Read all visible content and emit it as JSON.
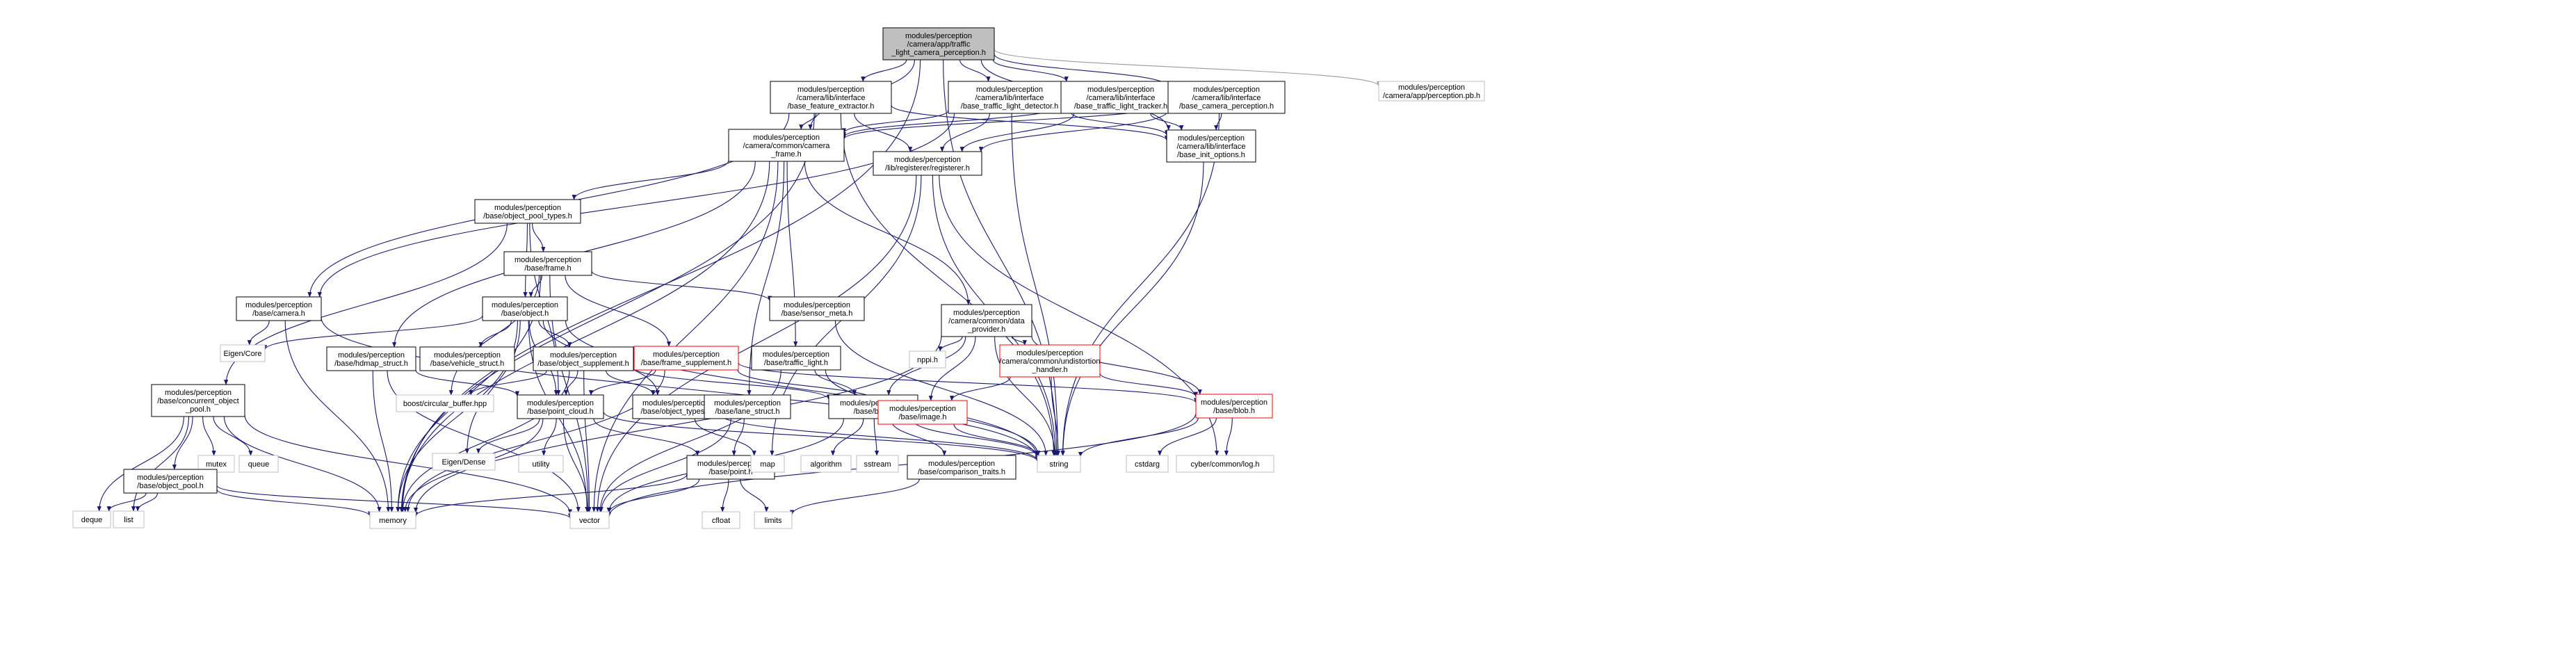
{
  "nodes": [
    {
      "id": "root",
      "lines": [
        "modules/perception",
        "/camera/app/traffic",
        "_light_camera_perception.h"
      ],
      "kind": "root"
    },
    {
      "id": "feat",
      "lines": [
        "modules/perception",
        "/camera/lib/interface",
        "/base_feature_extractor.h"
      ],
      "kind": "normal"
    },
    {
      "id": "tld",
      "lines": [
        "modules/perception",
        "/camera/lib/interface",
        "/base_traffic_light_detector.h"
      ],
      "kind": "normal"
    },
    {
      "id": "tlt",
      "lines": [
        "modules/perception",
        "/camera/lib/interface",
        "/base_traffic_light_tracker.h"
      ],
      "kind": "normal"
    },
    {
      "id": "bcp",
      "lines": [
        "modules/perception",
        "/camera/lib/interface",
        "/base_camera_perception.h"
      ],
      "kind": "normal"
    },
    {
      "id": "pb",
      "lines": [
        "modules/perception",
        "/camera/app/perception.pb.h"
      ],
      "kind": "external"
    },
    {
      "id": "camframe",
      "lines": [
        "modules/perception",
        "/camera/common/camera",
        "_frame.h"
      ],
      "kind": "normal"
    },
    {
      "id": "initopt",
      "lines": [
        "modules/perception",
        "/camera/lib/interface",
        "/base_init_options.h"
      ],
      "kind": "normal"
    },
    {
      "id": "registerer",
      "lines": [
        "modules/perception",
        "/lib/registerer/registerer.h"
      ],
      "kind": "normal"
    },
    {
      "id": "objpooltypes",
      "lines": [
        "modules/perception",
        "/base/object_pool_types.h"
      ],
      "kind": "normal"
    },
    {
      "id": "frame",
      "lines": [
        "modules/perception",
        "/base/frame.h"
      ],
      "kind": "normal"
    },
    {
      "id": "camera",
      "lines": [
        "modules/perception",
        "/base/camera.h"
      ],
      "kind": "normal"
    },
    {
      "id": "object",
      "lines": [
        "modules/perception",
        "/base/object.h"
      ],
      "kind": "normal"
    },
    {
      "id": "sensormeta",
      "lines": [
        "modules/perception",
        "/base/sensor_meta.h"
      ],
      "kind": "normal"
    },
    {
      "id": "dataprov",
      "lines": [
        "modules/perception",
        "/camera/common/data",
        "_provider.h"
      ],
      "kind": "normal"
    },
    {
      "id": "eigencore",
      "lines": [
        "Eigen/Core"
      ],
      "kind": "external"
    },
    {
      "id": "hdmap",
      "lines": [
        "modules/perception",
        "/base/hdmap_struct.h"
      ],
      "kind": "normal"
    },
    {
      "id": "vehicle",
      "lines": [
        "modules/perception",
        "/base/vehicle_struct.h"
      ],
      "kind": "normal"
    },
    {
      "id": "objsupp",
      "lines": [
        "modules/perception",
        "/base/object_supplement.h"
      ],
      "kind": "normal"
    },
    {
      "id": "framesupp",
      "lines": [
        "modules/perception",
        "/base/frame_supplement.h"
      ],
      "kind": "red"
    },
    {
      "id": "trafficlight",
      "lines": [
        "modules/perception",
        "/base/traffic_light.h"
      ],
      "kind": "normal"
    },
    {
      "id": "nppi",
      "lines": [
        "nppi.h"
      ],
      "kind": "external"
    },
    {
      "id": "undist",
      "lines": [
        "modules/perception",
        "/camera/common/undistortion",
        "_handler.h"
      ],
      "kind": "red"
    },
    {
      "id": "concpool",
      "lines": [
        "modules/perception",
        "/base/concurrent_object",
        "_pool.h"
      ],
      "kind": "normal"
    },
    {
      "id": "circbuf",
      "lines": [
        "boost/circular_buffer.hpp"
      ],
      "kind": "external"
    },
    {
      "id": "pointcloud",
      "lines": [
        "modules/perception",
        "/base/point_cloud.h"
      ],
      "kind": "normal"
    },
    {
      "id": "objtypes",
      "lines": [
        "modules/perception",
        "/base/object_types.h"
      ],
      "kind": "normal"
    },
    {
      "id": "lane",
      "lines": [
        "modules/perception",
        "/base/lane_struct.h"
      ],
      "kind": "normal"
    },
    {
      "id": "box",
      "lines": [
        "modules/perception",
        "/base/box.h"
      ],
      "kind": "normal"
    },
    {
      "id": "image",
      "lines": [
        "modules/perception",
        "/base/image.h"
      ],
      "kind": "red"
    },
    {
      "id": "blob",
      "lines": [
        "modules/perception",
        "/base/blob.h"
      ],
      "kind": "red"
    },
    {
      "id": "mutex",
      "lines": [
        "mutex"
      ],
      "kind": "external"
    },
    {
      "id": "queue",
      "lines": [
        "queue"
      ],
      "kind": "external"
    },
    {
      "id": "objpool",
      "lines": [
        "modules/perception",
        "/base/object_pool.h"
      ],
      "kind": "normal"
    },
    {
      "id": "eigendense",
      "lines": [
        "Eigen/Dense"
      ],
      "kind": "external"
    },
    {
      "id": "utility",
      "lines": [
        "utility"
      ],
      "kind": "external"
    },
    {
      "id": "point",
      "lines": [
        "modules/perception",
        "/base/point.h"
      ],
      "kind": "normal"
    },
    {
      "id": "map",
      "lines": [
        "map"
      ],
      "kind": "external"
    },
    {
      "id": "algorithm",
      "lines": [
        "algorithm"
      ],
      "kind": "external"
    },
    {
      "id": "sstream",
      "lines": [
        "sstream"
      ],
      "kind": "external"
    },
    {
      "id": "comptraits",
      "lines": [
        "modules/perception",
        "/base/comparison_traits.h"
      ],
      "kind": "normal"
    },
    {
      "id": "string",
      "lines": [
        "string"
      ],
      "kind": "external"
    },
    {
      "id": "cstdarg",
      "lines": [
        "cstdarg"
      ],
      "kind": "external"
    },
    {
      "id": "cyberlog",
      "lines": [
        "cyber/common/log.h"
      ],
      "kind": "external"
    },
    {
      "id": "deque",
      "lines": [
        "deque"
      ],
      "kind": "external"
    },
    {
      "id": "list",
      "lines": [
        "list"
      ],
      "kind": "external"
    },
    {
      "id": "memory",
      "lines": [
        "memory"
      ],
      "kind": "external"
    },
    {
      "id": "vector",
      "lines": [
        "vector"
      ],
      "kind": "external"
    },
    {
      "id": "cfloat",
      "lines": [
        "cfloat"
      ],
      "kind": "external"
    },
    {
      "id": "limits",
      "lines": [
        "limits"
      ],
      "kind": "external"
    }
  ],
  "edges": [
    [
      "root",
      "feat"
    ],
    [
      "root",
      "tld"
    ],
    [
      "root",
      "tlt"
    ],
    [
      "root",
      "bcp"
    ],
    [
      "root",
      "pb"
    ],
    [
      "root",
      "camframe"
    ],
    [
      "root",
      "initopt"
    ],
    [
      "root",
      "memory"
    ],
    [
      "root",
      "string"
    ],
    [
      "feat",
      "camframe"
    ],
    [
      "feat",
      "initopt"
    ],
    [
      "feat",
      "registerer"
    ],
    [
      "feat",
      "memory"
    ],
    [
      "feat",
      "string"
    ],
    [
      "feat",
      "camera"
    ],
    [
      "tld",
      "camframe"
    ],
    [
      "tld",
      "initopt"
    ],
    [
      "tld",
      "registerer"
    ],
    [
      "tld",
      "string"
    ],
    [
      "tld",
      "camera"
    ],
    [
      "tlt",
      "camframe"
    ],
    [
      "tlt",
      "initopt"
    ],
    [
      "tlt",
      "registerer"
    ],
    [
      "bcp",
      "camframe"
    ],
    [
      "bcp",
      "initopt"
    ],
    [
      "bcp",
      "registerer"
    ],
    [
      "bcp",
      "string"
    ],
    [
      "camframe",
      "objpooltypes"
    ],
    [
      "camframe",
      "dataprov"
    ],
    [
      "camframe",
      "hdmap"
    ],
    [
      "camframe",
      "trafficlight"
    ],
    [
      "camframe",
      "lane"
    ],
    [
      "camframe",
      "memory"
    ],
    [
      "camframe",
      "vector"
    ],
    [
      "initopt",
      "string"
    ],
    [
      "registerer",
      "map"
    ],
    [
      "registerer",
      "string"
    ],
    [
      "registerer",
      "vector"
    ],
    [
      "registerer",
      "cyberlog"
    ],
    [
      "objpooltypes",
      "frame"
    ],
    [
      "objpooltypes",
      "object"
    ],
    [
      "objpooltypes",
      "concpool"
    ],
    [
      "objpooltypes",
      "pointcloud"
    ],
    [
      "frame",
      "object"
    ],
    [
      "frame",
      "sensormeta"
    ],
    [
      "frame",
      "framesupp"
    ],
    [
      "frame",
      "circbuf"
    ],
    [
      "frame",
      "memory"
    ],
    [
      "frame",
      "vector"
    ],
    [
      "camera",
      "eigencore"
    ],
    [
      "camera",
      "memory"
    ],
    [
      "camera",
      "string"
    ],
    [
      "object",
      "eigencore"
    ],
    [
      "object",
      "vehicle"
    ],
    [
      "object",
      "objsupp"
    ],
    [
      "object",
      "objtypes"
    ],
    [
      "object",
      "pointcloud"
    ],
    [
      "object",
      "eigendense"
    ],
    [
      "object",
      "memory"
    ],
    [
      "object",
      "vector"
    ],
    [
      "object",
      "string"
    ],
    [
      "sensormeta",
      "string"
    ],
    [
      "dataprov",
      "nppi"
    ],
    [
      "dataprov",
      "undist"
    ],
    [
      "dataprov",
      "image"
    ],
    [
      "dataprov",
      "blob"
    ],
    [
      "dataprov",
      "box"
    ],
    [
      "dataprov",
      "string"
    ],
    [
      "dataprov",
      "memory"
    ],
    [
      "hdmap",
      "pointcloud"
    ],
    [
      "hdmap",
      "memory"
    ],
    [
      "hdmap",
      "vector"
    ],
    [
      "objsupp",
      "circbuf"
    ],
    [
      "objsupp",
      "pointcloud"
    ],
    [
      "objsupp",
      "objtypes"
    ],
    [
      "objsupp",
      "box"
    ],
    [
      "objsupp",
      "memory"
    ],
    [
      "objsupp",
      "vector"
    ],
    [
      "framesupp",
      "pointcloud"
    ],
    [
      "framesupp",
      "image"
    ],
    [
      "framesupp",
      "blob"
    ],
    [
      "framesupp",
      "memory"
    ],
    [
      "trafficlight",
      "box"
    ],
    [
      "trafficlight",
      "string"
    ],
    [
      "trafficlight",
      "vector"
    ],
    [
      "undist",
      "image"
    ],
    [
      "undist",
      "blob"
    ],
    [
      "undist",
      "string"
    ],
    [
      "concpool",
      "objpool"
    ],
    [
      "concpool",
      "mutex"
    ],
    [
      "concpool",
      "queue"
    ],
    [
      "concpool",
      "deque"
    ],
    [
      "concpool",
      "list"
    ],
    [
      "concpool",
      "memory"
    ],
    [
      "concpool",
      "vector"
    ],
    [
      "pointcloud",
      "point"
    ],
    [
      "pointcloud",
      "eigendense"
    ],
    [
      "pointcloud",
      "utility"
    ],
    [
      "pointcloud",
      "memory"
    ],
    [
      "pointcloud",
      "vector"
    ],
    [
      "pointcloud",
      "string"
    ],
    [
      "objtypes",
      "map"
    ],
    [
      "objtypes",
      "string"
    ],
    [
      "lane",
      "point"
    ],
    [
      "lane",
      "vector"
    ],
    [
      "box",
      "algorithm"
    ],
    [
      "box",
      "sstream"
    ],
    [
      "box",
      "comptraits"
    ],
    [
      "box",
      "string"
    ],
    [
      "box",
      "vector"
    ],
    [
      "image",
      "string"
    ],
    [
      "blob",
      "cstdarg"
    ],
    [
      "blob",
      "cyberlog"
    ],
    [
      "blob",
      "string"
    ],
    [
      "blob",
      "vector"
    ],
    [
      "objpool",
      "deque"
    ],
    [
      "objpool",
      "list"
    ],
    [
      "objpool",
      "memory"
    ],
    [
      "objpool",
      "vector"
    ],
    [
      "point",
      "cfloat"
    ],
    [
      "point",
      "limits"
    ],
    [
      "point",
      "memory"
    ],
    [
      "point",
      "vector"
    ],
    [
      "comptraits",
      "limits"
    ]
  ]
}
